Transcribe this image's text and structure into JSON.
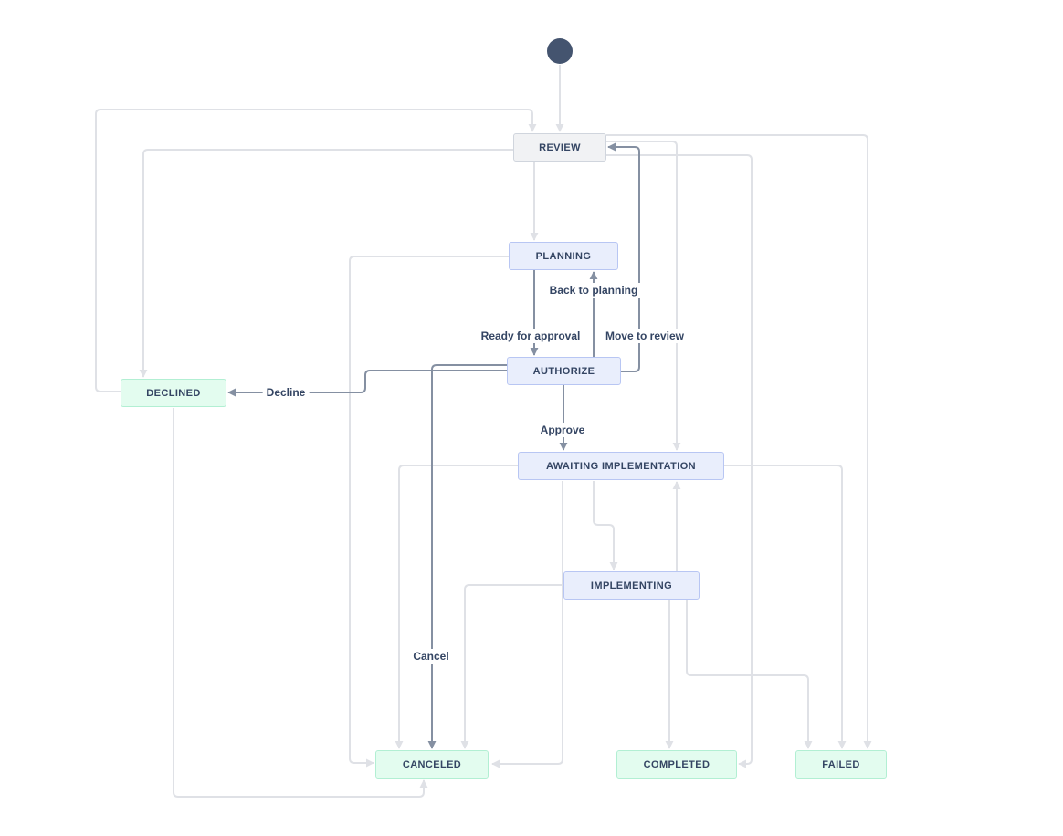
{
  "diagram": {
    "start_node_name": "start",
    "statuses": [
      {
        "label": "REVIEW",
        "category": "todo"
      },
      {
        "label": "PLANNING",
        "category": "inprogress"
      },
      {
        "label": "AUTHORIZE",
        "category": "inprogress"
      },
      {
        "label": "AWAITING IMPLEMENTATION",
        "category": "inprogress"
      },
      {
        "label": "IMPLEMENTING",
        "category": "inprogress"
      },
      {
        "label": "DECLINED",
        "category": "done"
      },
      {
        "label": "CANCELED",
        "category": "done"
      },
      {
        "label": "COMPLETED",
        "category": "done"
      },
      {
        "label": "FAILED",
        "category": "done"
      }
    ],
    "labeled_transitions": [
      {
        "label": "Ready for approval",
        "from": "PLANNING",
        "to": "AUTHORIZE"
      },
      {
        "label": "Back to planning",
        "from": "AUTHORIZE",
        "to": "PLANNING"
      },
      {
        "label": "Move to review",
        "from": "AUTHORIZE",
        "to": "REVIEW"
      },
      {
        "label": "Approve",
        "from": "AUTHORIZE",
        "to": "AWAITING IMPLEMENTATION"
      },
      {
        "label": "Decline",
        "from": "AUTHORIZE",
        "to": "DECLINED"
      },
      {
        "label": "Cancel",
        "from": "AUTHORIZE",
        "to": "CANCELED"
      }
    ],
    "unlabeled_transitions": [
      {
        "from": "start",
        "to": "REVIEW"
      },
      {
        "from": "REVIEW",
        "to": "PLANNING"
      },
      {
        "from": "DECLINED",
        "to": "REVIEW"
      },
      {
        "from": "REVIEW",
        "to": "DECLINED"
      },
      {
        "from": "PLANNING",
        "to": "CANCELED"
      },
      {
        "from": "AWAITING IMPLEMENTATION",
        "to": "CANCELED"
      },
      {
        "from": "IMPLEMENTING",
        "to": "CANCELED"
      },
      {
        "from": "DECLINED",
        "to": "CANCELED"
      },
      {
        "from": "AWAITING IMPLEMENTATION",
        "to": "IMPLEMENTING"
      },
      {
        "from": "IMPLEMENTING",
        "to": "AWAITING IMPLEMENTATION"
      },
      {
        "from": "REVIEW",
        "to": "AWAITING IMPLEMENTATION"
      },
      {
        "from": "REVIEW",
        "to": "FAILED"
      },
      {
        "from": "REVIEW",
        "to": "COMPLETED"
      },
      {
        "from": "AWAITING IMPLEMENTATION",
        "to": "FAILED"
      },
      {
        "from": "IMPLEMENTING",
        "to": "FAILED"
      },
      {
        "from": "IMPLEMENTING",
        "to": "COMPLETED"
      }
    ],
    "colors": {
      "todo_bg": "#f1f2f4",
      "todo_border": "#d0d5dd",
      "inprogress_bg": "#e9eefc",
      "inprogress_border": "#b8c6f3",
      "done_bg": "#e3fcef",
      "done_border": "#b2efd3",
      "node_text": "#344563",
      "edge_light": "#dfe1e6",
      "edge_dark": "#8590a2",
      "start_node": "#44546f",
      "canvas_bg": "#ffffff"
    }
  }
}
